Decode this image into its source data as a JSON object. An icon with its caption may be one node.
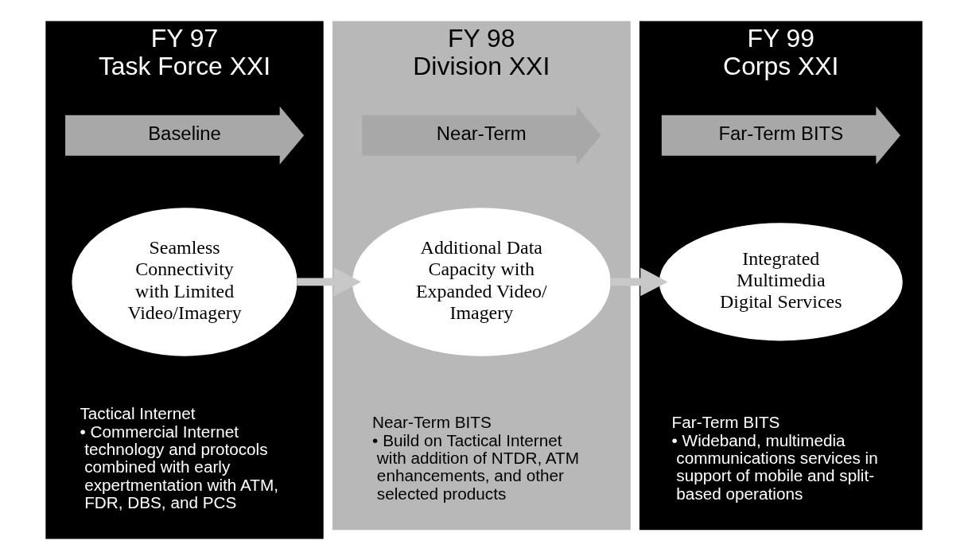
{
  "diagram": {
    "nodes": [
      {
        "text": [
          "FY 97",
          "Task Force XXI"
        ]
      },
      {
        "text": [
          "Baseline"
        ],
        "in": 0
      },
      {
        "text": [
          "Seamless Connectivity with Limited Video/Imagery"
        ],
        "in": 0
      },
      {
        "text": [
          "Tactical Internet",
          "• Commercial Internet technology and protocols combined with early expertmentation with ATM, FDR, DBS, and PCS"
        ],
        "in": 0
      },
      {
        "text": [
          "FY 98",
          "Division XXI"
        ]
      },
      {
        "text": [
          "Near-Term"
        ],
        "in": 4
      },
      {
        "text": [
          "Additional Data Capacity with Expanded Video/ Imagery"
        ],
        "in": 4
      },
      {
        "text": [
          "Near-Term BITS",
          "• Build on Tactical Internet with addition of NTDR, ATM enhancements, and other selected products"
        ],
        "in": 4
      },
      {
        "text": [
          "FY 99",
          "Corps XXI"
        ]
      },
      {
        "text": [
          "Far-Term BITS"
        ],
        "in": 8
      },
      {
        "text": [
          "Integrated Multimedia Digital Services"
        ],
        "in": 8
      },
      {
        "text": [
          "Far-Term BITS",
          "• Wideband, multimedia communications services in support of mobile and split-based operations"
        ],
        "in": 8
      }
    ],
    "edges": [
      {
        "from": 2,
        "to": 6,
        "arrow": "to"
      },
      {
        "from": 6,
        "to": 10,
        "arrow": "to"
      }
    ]
  }
}
